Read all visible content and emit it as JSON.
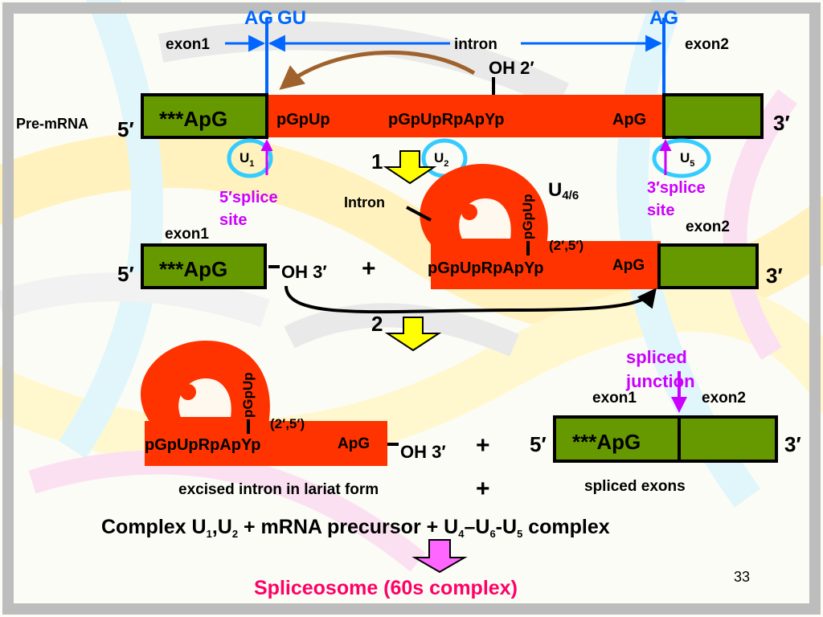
{
  "slide": {
    "page_number": "33",
    "colors": {
      "exon": "#669900",
      "intron": "#ff3300",
      "site_marker": "#0066ff",
      "snrnp_ring": "#33ccff",
      "magenta": "#cc00ff",
      "step_arrow": "#ffff00",
      "final_arrow": "#ff66ff",
      "title": "#ff0066",
      "curved_arrow": "#a0622d"
    }
  },
  "top": {
    "ag_left": "AG",
    "gu": "GU",
    "ag_right": "AG",
    "exon1": "exon1",
    "intron": "intron",
    "exon2": "exon2",
    "oh_2prime": "OH 2′"
  },
  "premrna": {
    "label": "Pre-mRNA",
    "five_prime": "5′",
    "three_prime": "3′",
    "exon1_seq": "***ApG",
    "intron_seq_left": "pGpUp",
    "intron_seq_mid": "pGpUpRpApYp",
    "intron_seq_right": "ApG"
  },
  "snrnp": {
    "u1": "U",
    "u1_sub": "1",
    "u2": "U",
    "u2_sub": "2",
    "u5": "U",
    "u5_sub": "5",
    "u46": "U",
    "u46_sub": "4/6"
  },
  "sites": {
    "five_prime": [
      "5′splice",
      "site"
    ],
    "three_prime": [
      "3′splice",
      "site"
    ]
  },
  "step1": {
    "number": "1",
    "exon1": "exon1",
    "exon2": "exon2",
    "intron_label": "Intron",
    "five_prime": "5′",
    "three_prime": "3′",
    "exon1_seq": "***ApG",
    "oh3": "OH 3′",
    "plus": "+",
    "lariat_branch": "pGpUp",
    "lariat_seq": "pGpUpRpApYp",
    "lariat_link": "(2′,5′)",
    "apg": "ApG"
  },
  "step2": {
    "number": "2",
    "lariat_branch": "pGpUp",
    "lariat_seq": "pGpUpRpApYp",
    "lariat_link": "(2′,5′)",
    "apg": "ApG",
    "oh3": "OH 3′",
    "plus1": "+",
    "plus2": "+",
    "excised_caption": "excised intron in lariat form",
    "spliced_junction": [
      "spliced",
      "junction"
    ],
    "exon1": "exon1",
    "exon2": "exon2",
    "five_prime": "5′",
    "three_prime": "3′",
    "spliced_seq": "***ApG",
    "spliced_caption": "spliced exons"
  },
  "bottom": {
    "complex_a": "Complex U",
    "sub1": "1",
    "comma_u": ",U",
    "sub2": "2",
    "complex_b": " + mRNA precursor + U",
    "sub4": "4",
    "dash_u": "–U",
    "sub6": "6",
    "dash_u5": "-U",
    "sub5": "5",
    "complex_c": " complex",
    "spliceosome": "Spliceosome (60s complex)"
  }
}
